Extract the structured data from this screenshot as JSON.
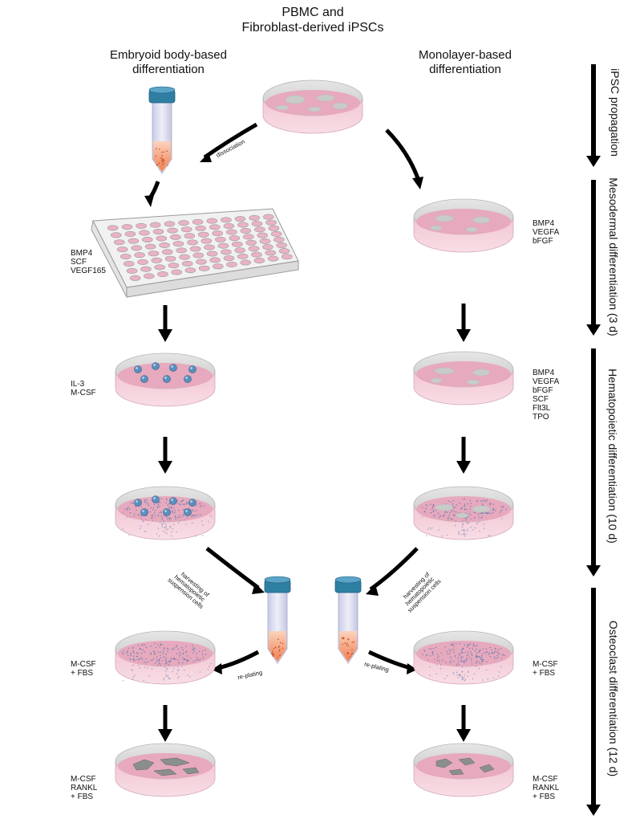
{
  "title": {
    "line1": "PBMC and",
    "line2": "Fibroblast-derived iPSCs"
  },
  "columns": {
    "left": {
      "line1": "Embryoid body-based",
      "line2": "differentiation"
    },
    "right": {
      "line1": "Monolayer-based",
      "line2": "differentiation"
    }
  },
  "phases": [
    {
      "label": "iPSC propagation"
    },
    {
      "label": "Mesodermal differentiation (3 d)"
    },
    {
      "label": "Hematopoietic differentiation (10 d)"
    },
    {
      "label": "Osteoclast differentiation (12 d)"
    }
  ],
  "reagents": {
    "left_meso": "BMP4\nSCF\nVEGF165",
    "left_hema": "IL-3\nM-CSF",
    "left_osteo1": "M-CSF\n+ FBS",
    "left_osteo2": "M-CSF\nRANKL\n+ FBS",
    "right_meso": "BMP4\nVEGFA\nbFGF",
    "right_hema": "BMP4\nVEGFA\nbFGF\nSCF\nFlt3L\nTPO",
    "right_osteo1": "M-CSF\n+ FBS",
    "right_osteo2": "M-CSF\nRANKL\n+ FBS"
  },
  "annotations": {
    "dissociation": "dissociation",
    "harvest_left": "harvesting of\nhematopoietic\nsuspension cells",
    "harvest_right": "harvesting of\nhematopoietic\nsuspension cells",
    "replating_left": "re-plating",
    "replating_right": "re-plating"
  },
  "colors": {
    "medium": "#e7a9bd",
    "dish_rim": "#cfcfcf",
    "colony": "#c9cbc9",
    "tube_cap": "#2f7fa3",
    "pellet": "#f39a6f",
    "cell_dot": "#6a7fb0"
  }
}
